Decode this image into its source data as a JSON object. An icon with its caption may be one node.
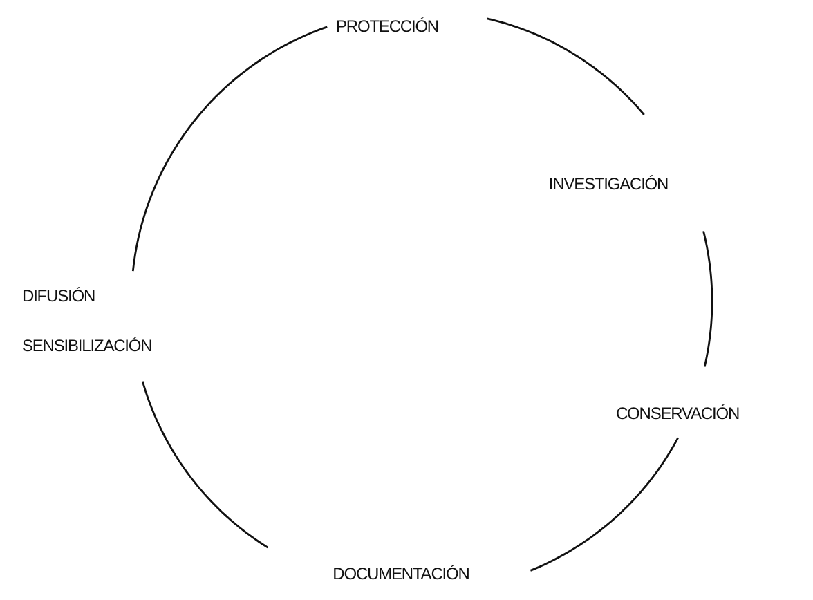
{
  "diagram": {
    "nodes": [
      {
        "text": [
          "PROTECCIÓN"
        ]
      },
      {
        "text": [
          "INVESTIGACIÓN"
        ]
      },
      {
        "text": [
          "CONSERVACIÓN"
        ]
      },
      {
        "text": [
          "DOCUMENTACIÓN"
        ]
      },
      {
        "text": [
          "DIFUSIÓN SENSIBILIZACIÓN"
        ]
      }
    ],
    "edges": [
      {
        "from": 0,
        "to": 1,
        "arrow": "none"
      },
      {
        "from": 1,
        "to": 2,
        "arrow": "none"
      },
      {
        "from": 2,
        "to": 3,
        "arrow": "none"
      },
      {
        "from": 3,
        "to": 4,
        "arrow": "none"
      },
      {
        "from": 4,
        "to": 0,
        "arrow": "none"
      }
    ]
  }
}
